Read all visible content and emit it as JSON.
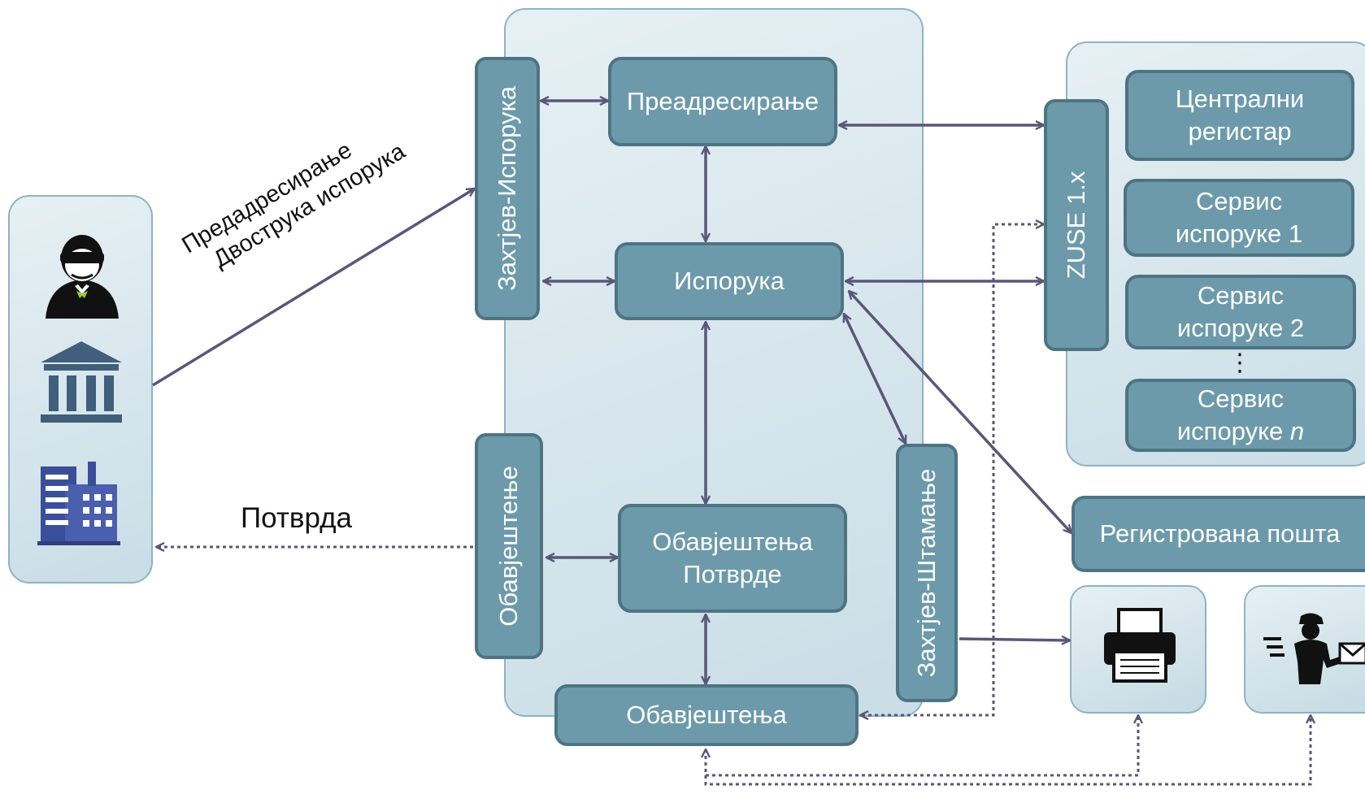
{
  "clients_panel": {
    "icons": [
      "person-sunglasses-icon",
      "institution-building-icon",
      "office-building-icon"
    ]
  },
  "edge_labels": {
    "request_line1": "Предадресирање",
    "request_line2": "Двострука испорука",
    "confirmation": "Потврда"
  },
  "core": {
    "request_delivery": "Захтјев-Испорука",
    "readdressing": "Преадресирање",
    "delivery": "Испорука",
    "notice": "Обавјештење",
    "notices_confirmations_line1": "Обавјештења",
    "notices_confirmations_line2": "Потврде",
    "request_print": "Захтјев-Штамање",
    "notices_bottom": "Обавјештења"
  },
  "zuse": {
    "label": "ZUSE 1.x"
  },
  "services": {
    "central_line1": "Централни",
    "central_line2": "регистар",
    "svc1_line1": "Сервис",
    "svc1_line2": "испоруке 1",
    "svc2_line1": "Сервис",
    "svc2_line2": "испоруке 2",
    "ellipsis": "⋮",
    "svcn_line1": "Сервис",
    "svcn_line2_prefix": "испоруке ",
    "svcn_line2_suffix": "n"
  },
  "registered_mail": "Регистрована пошта",
  "output_icons": [
    "printer-icon",
    "courier-icon"
  ],
  "colors": {
    "box_fill": "#6c9aab",
    "box_border": "#4e7483",
    "arrow": "#5b5679",
    "panel_fill": "#d8e7ee"
  }
}
